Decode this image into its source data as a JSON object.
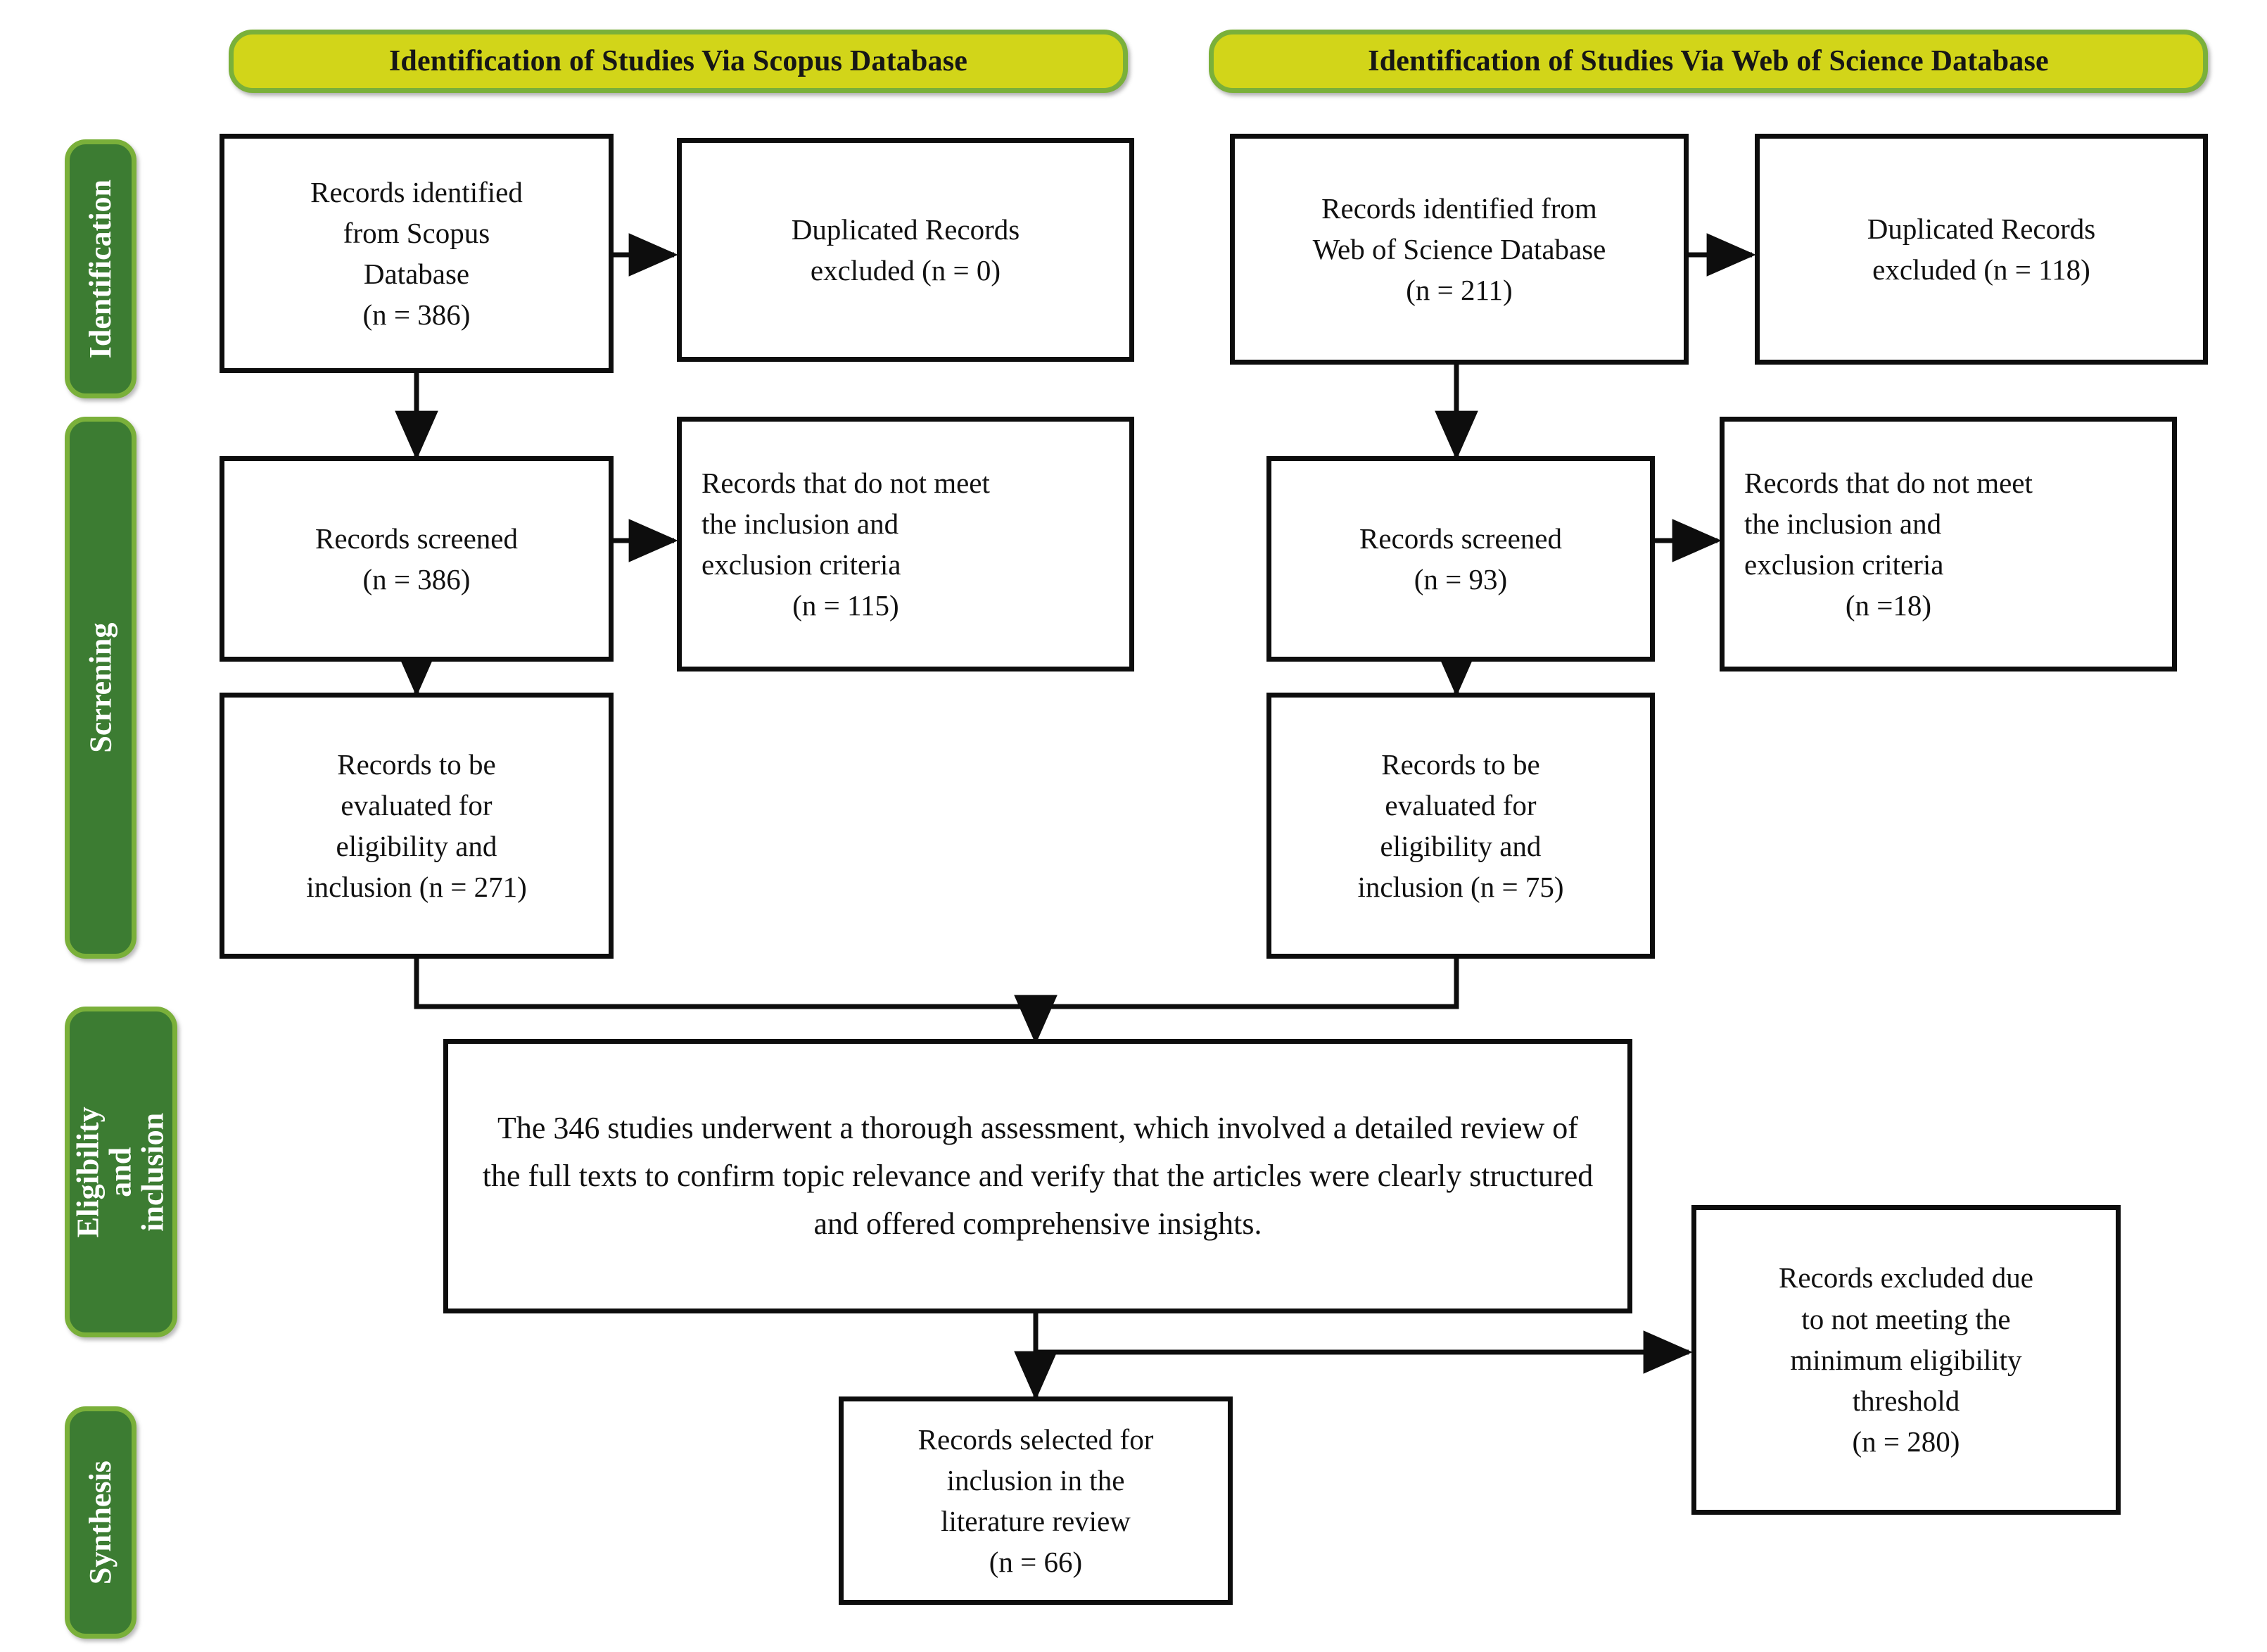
{
  "diagram": {
    "title": "PRISMA flow diagram of study identification, screening, eligibility and synthesis",
    "type": "prisma-flow-diagram",
    "colors": {
      "banner_fill": "#d2d519",
      "banner_border": "#7ab03a",
      "stage_tab_fill": "#3c7c32",
      "stage_tab_border": "#7ab03a",
      "box_border": "#0d0d0d",
      "box_fill": "#ffffff",
      "text": "#111111",
      "stage_tab_text": "#ffffff"
    }
  },
  "banners": [
    {
      "id": "scopus",
      "label": "Identification of Studies Via Scopus Database"
    },
    {
      "id": "wos",
      "label": "Identification of Studies Via Web of Science  Database"
    }
  ],
  "stages": [
    {
      "id": "identification",
      "label": "Identification"
    },
    {
      "id": "screening",
      "label": "Scrrening"
    },
    {
      "id": "eligibility",
      "label": "Eligibility and inclusion"
    },
    {
      "id": "synthesis",
      "label": "Synthesis"
    }
  ],
  "nodes": {
    "scopus_identified": {
      "lines": [
        "Records identified",
        "from Scopus",
        "Database",
        "(n = 386)"
      ],
      "n": 386
    },
    "scopus_duplicates": {
      "lines": [
        "Duplicated Records",
        "excluded (n = 0)"
      ],
      "n": 0
    },
    "scopus_screened": {
      "lines": [
        "Records screened",
        "(n = 386)"
      ],
      "n": 386
    },
    "scopus_excluded_criteria": {
      "lines": [
        "Records that do not meet",
        "the inclusion and",
        "exclusion criteria"
      ],
      "center_line": "(n = 115)",
      "n": 115
    },
    "scopus_eligible": {
      "lines": [
        "Records to be",
        "evaluated for",
        "eligibility and",
        "inclusion (n = 271)"
      ],
      "n": 271
    },
    "wos_identified": {
      "lines": [
        "Records identified from",
        "Web of Science Database",
        "(n = 211)"
      ],
      "n": 211
    },
    "wos_duplicates": {
      "lines": [
        "Duplicated Records",
        "excluded  (n = 118)"
      ],
      "n": 118
    },
    "wos_screened": {
      "lines": [
        "Records screened",
        "(n = 93)"
      ],
      "n": 93
    },
    "wos_excluded_criteria": {
      "lines": [
        "Records that do not meet",
        "the inclusion and",
        "exclusion criteria"
      ],
      "center_line": "(n =18)",
      "n": 18
    },
    "wos_eligible": {
      "lines": [
        "Records to be",
        "evaluated for",
        "eligibility and",
        "inclusion (n = 75)"
      ],
      "n": 75
    },
    "assessment": {
      "text": "The 346 studies underwent a thorough assessment, which involved a detailed review of the full texts to confirm topic relevance and verify that the articles were clearly structured and offered comprehensive insights.",
      "n": 346
    },
    "excluded_threshold": {
      "lines": [
        "Records excluded due",
        "to not meeting the",
        "minimum eligibility",
        "threshold",
        "(n = 280)"
      ],
      "n": 280
    },
    "final_included": {
      "lines": [
        "Records selected for",
        "inclusion in the",
        "literature review",
        "(n = 66)"
      ],
      "n": 66
    }
  }
}
